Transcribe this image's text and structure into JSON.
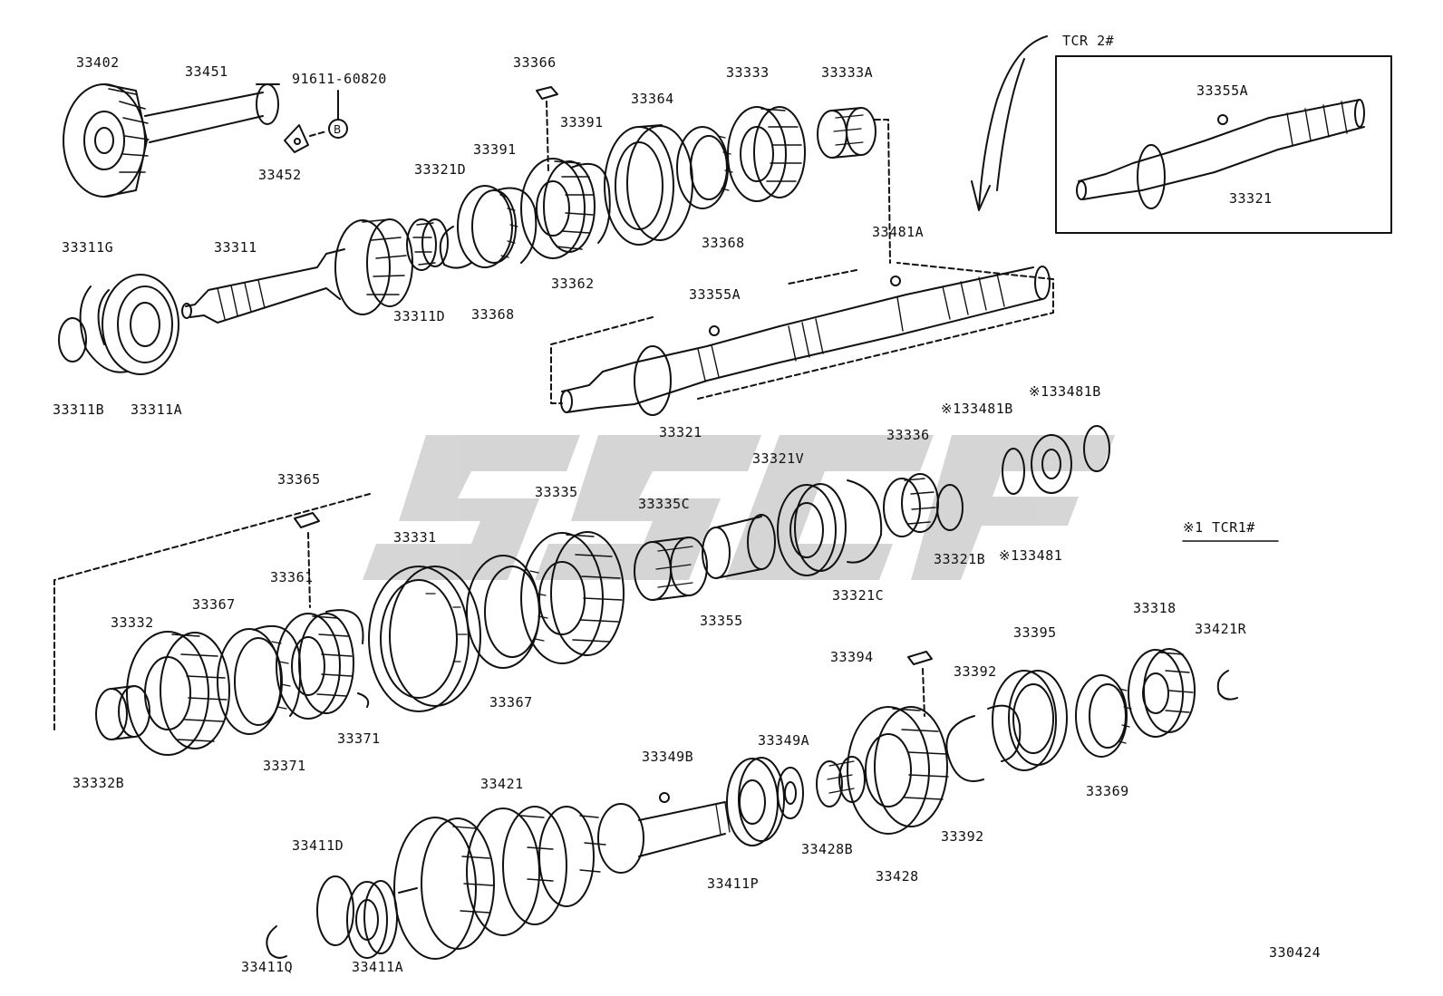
{
  "diagram_id": "330424",
  "inset": {
    "title": "TCR 2#",
    "labels": {
      "p33355A": "33355A",
      "p33321": "33321"
    }
  },
  "note": "※1 TCR1#",
  "watermark": "GSCF",
  "labels": {
    "p33402": "33402",
    "p33451": "33451",
    "p91611_60820": "91611-60820",
    "p33452": "33452",
    "p33366": "33366",
    "p33391a": "33391",
    "p33391b": "33391",
    "p33364": "33364",
    "p33333": "33333",
    "p33333A": "33333A",
    "p33321D": "33321D",
    "p33311G": "33311G",
    "p33311": "33311",
    "p33368a": "33368",
    "p33368b": "33368",
    "p33362": "33362",
    "p33481A": "33481A",
    "p33311D": "33311D",
    "p33311B": "33311B",
    "p33311A": "33311A",
    "p33355A": "33355A",
    "p33321": "33321",
    "p133481Ba": "※133481B",
    "p133481Bb": "※133481B",
    "p33336": "33336",
    "p33321V": "33321V",
    "p33365": "33365",
    "p33335": "33335",
    "p33335C": "33335C",
    "p33331": "33331",
    "p33361": "33361",
    "p33321B": "33321B",
    "p133481": "※133481",
    "p33367a": "33367",
    "p33332": "33332",
    "p33321C": "33321C",
    "p33355": "33355",
    "p33318": "33318",
    "p33421R": "33421R",
    "p33395": "33395",
    "p33394": "33394",
    "p33392a": "33392",
    "p33367b": "33367",
    "p33371a": "33371",
    "p33371b": "33371",
    "p33332B": "33332B",
    "p33349A": "33349A",
    "p33349B": "33349B",
    "p33369": "33369",
    "p33421": "33421",
    "p33392b": "33392",
    "p33428B": "33428B",
    "p33428": "33428",
    "p33411D": "33411D",
    "p33411P": "33411P",
    "p33411Q": "33411Q",
    "p33411A": "33411A"
  }
}
